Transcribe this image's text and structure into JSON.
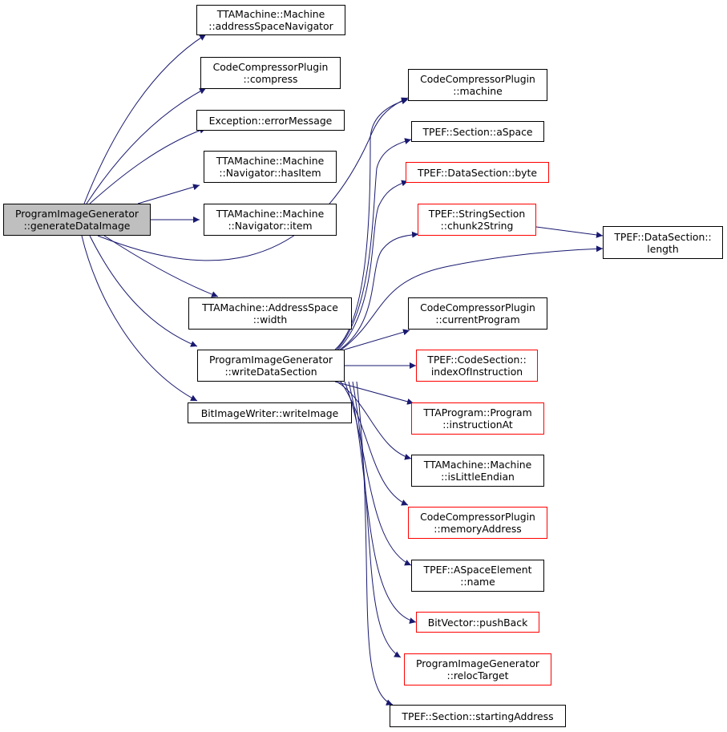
{
  "colors": {
    "edge": "#191970",
    "node_border": "#000000",
    "node_border_missing": "#ff0000",
    "root_fill": "#bfbfbf",
    "background": "#ffffff"
  },
  "nodes": {
    "generate_data_image": {
      "line1": "ProgramImageGenerator",
      "line2": "::generateDataImage"
    },
    "address_space_navigator": {
      "line1": "TTAMachine::Machine",
      "line2": "::addressSpaceNavigator"
    },
    "compress": {
      "line1": "CodeCompressorPlugin",
      "line2": "::compress"
    },
    "error_message": {
      "line1": "Exception::errorMessage"
    },
    "has_item": {
      "line1": "TTAMachine::Machine",
      "line2": "::Navigator::hasItem"
    },
    "item": {
      "line1": "TTAMachine::Machine",
      "line2": "::Navigator::item"
    },
    "width": {
      "line1": "TTAMachine::AddressSpace",
      "line2": "::width"
    },
    "write_data_section": {
      "line1": "ProgramImageGenerator",
      "line2": "::writeDataSection"
    },
    "write_image": {
      "line1": "BitImageWriter::writeImage"
    },
    "machine": {
      "line1": "CodeCompressorPlugin",
      "line2": "::machine"
    },
    "a_space": {
      "line1": "TPEF::Section::aSpace"
    },
    "byte": {
      "line1": "TPEF::DataSection::byte"
    },
    "chunk2string": {
      "line1": "TPEF::StringSection",
      "line2": "::chunk2String"
    },
    "length": {
      "line1": "TPEF::DataSection::",
      "line2": "length"
    },
    "current_program": {
      "line1": "CodeCompressorPlugin",
      "line2": "::currentProgram"
    },
    "index_of_instruction": {
      "line1": "TPEF::CodeSection::",
      "line2": "indexOfInstruction"
    },
    "instruction_at": {
      "line1": "TTAProgram::Program",
      "line2": "::instructionAt"
    },
    "is_little_endian": {
      "line1": "TTAMachine::Machine",
      "line2": "::isLittleEndian"
    },
    "memory_address": {
      "line1": "CodeCompressorPlugin",
      "line2": "::memoryAddress"
    },
    "name": {
      "line1": "TPEF::ASpaceElement",
      "line2": "::name"
    },
    "push_back": {
      "line1": "BitVector::pushBack"
    },
    "reloc_target": {
      "line1": "ProgramImageGenerator",
      "line2": "::relocTarget"
    },
    "starting_address": {
      "line1": "TPEF::Section::startingAddress"
    }
  }
}
